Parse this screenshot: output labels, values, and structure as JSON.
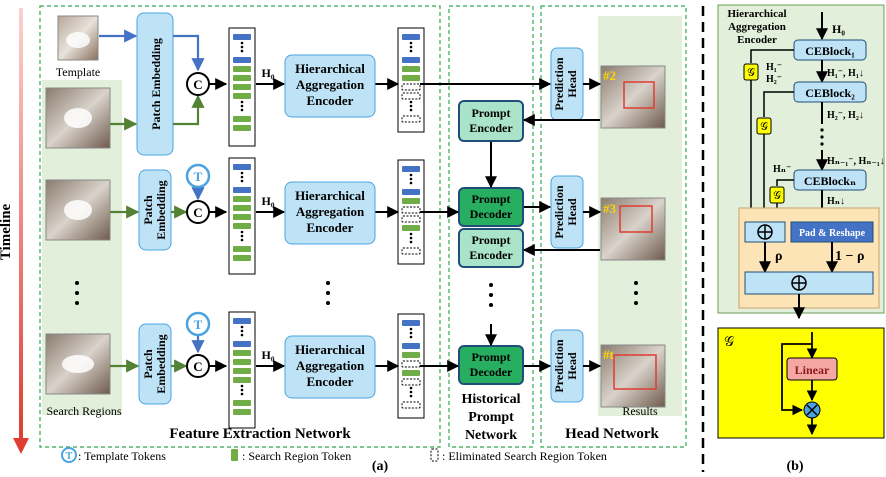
{
  "timeline_label": "Timeline",
  "sections": {
    "feature_extraction": "Feature Extraction Network",
    "historical_prompt_line1": "Historical",
    "historical_prompt_line2": "Prompt",
    "historical_prompt_line3": "Network",
    "head_network": "Head Network"
  },
  "labels": {
    "template": "Template",
    "search_regions": "Search Regions",
    "results": "Results",
    "h0": "H₀",
    "t_token": "T",
    "concat": "C"
  },
  "blocks": {
    "patch_embedding_line1": "Patch Embedding",
    "patch_embedding_a": "Patch",
    "patch_embedding_b": "Embedding",
    "hae_line1": "Hierarchical",
    "hae_line2": "Aggregation",
    "hae_line3": "Encoder",
    "prompt_encoder_a": "Prompt",
    "prompt_encoder_b": "Encoder",
    "prompt_decoder_a": "Prompt",
    "prompt_decoder_b": "Decoder",
    "prediction_head_a": "Prediction",
    "prediction_head_b": "Head"
  },
  "result_tags": [
    "#2",
    "#3",
    "#t"
  ],
  "legend": {
    "template_tokens": ": Template Tokens",
    "search_region_token": ": Search Region Token",
    "eliminated_token": ": Eliminated Search Region Token"
  },
  "captions": {
    "a": "(a)",
    "b": "(b)"
  },
  "panel_b": {
    "title_line1": "Hierarchical",
    "title_line2": "Aggregation",
    "title_line3": "Encoder",
    "h0": "H₀",
    "ceblock1": "CEBlock₁",
    "ceblock2": "CEBlock₂",
    "ceblockn": "CEBlockₙ",
    "h1_pair": "H₁⁻, H₁↓",
    "h2_pair": "H₂⁻, H₂↓",
    "hn1_pair": "Hₙ₋₁⁻, Hₙ₋₁↓",
    "h1_minus": "H₁⁻",
    "h2_minus": "H₂⁻",
    "hn_minus": "Hₙ⁻",
    "hn_down": "Hₙ↓",
    "g_symbol": "𝒢",
    "pad_reshape": "Pad & Reshape",
    "rho": "ρ",
    "one_minus_rho": "1 − ρ",
    "linear": "Linear",
    "g_box_symbol": "𝒢"
  },
  "colors": {
    "light_blue": "#bfe3f6",
    "dark_blue": "#1f4e79",
    "cyan_block": "#4aa3df",
    "green_token": "#70ad47",
    "token_blue": "#4472c4",
    "mint": "#a9e4c8",
    "dark_green": "#27ae60",
    "panel_green": "#e2efda",
    "yellow": "#ffff00",
    "orange_panel": "#fce4b6",
    "pink": "#f4a7a3",
    "red_arrow": "#e03c31"
  }
}
